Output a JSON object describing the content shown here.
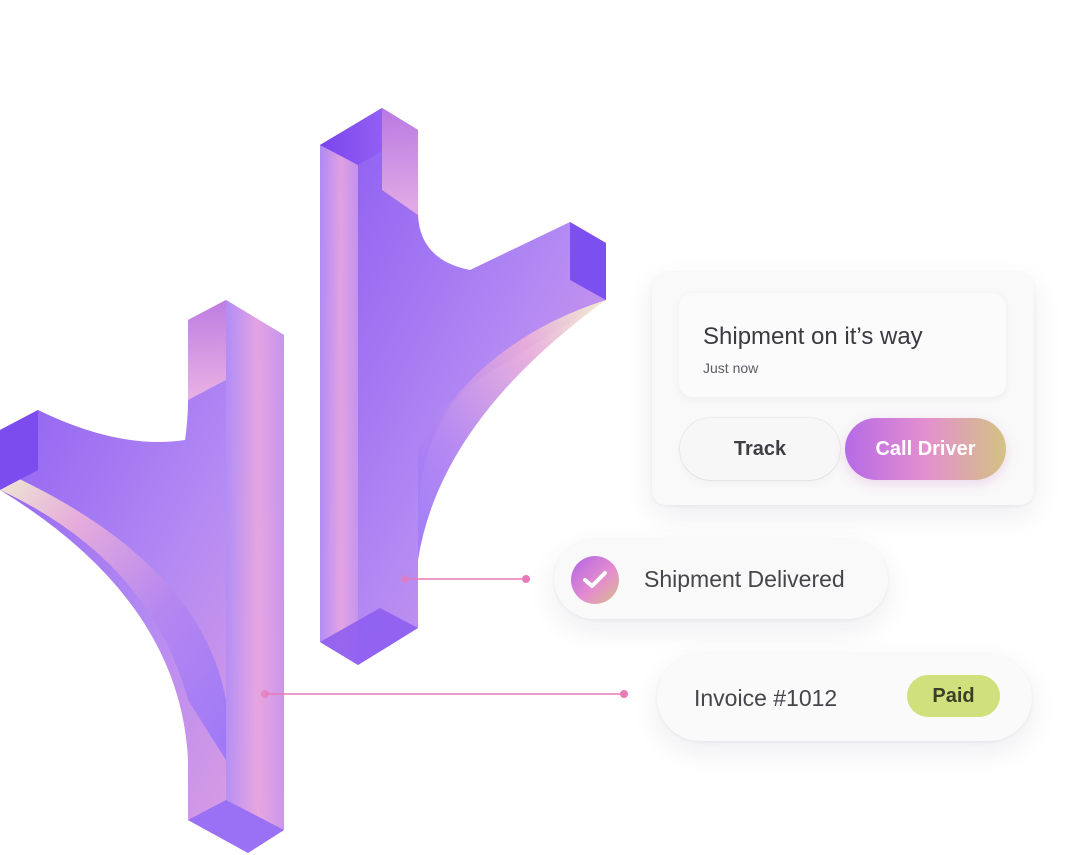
{
  "notification": {
    "title": "Shipment on it’s way",
    "time": "Just now",
    "track_label": "Track",
    "call_label": "Call Driver"
  },
  "delivered": {
    "label": "Shipment Delivered",
    "icon": "check-icon"
  },
  "invoice": {
    "label": "Invoice #1012",
    "status": "Paid"
  },
  "colors": {
    "accent_purple": "#8b5cf0",
    "accent_pink": "#e48fcf",
    "accent_gold": "#d3c383",
    "paid_green": "#cfe07c",
    "connector": "#e77ab8"
  }
}
